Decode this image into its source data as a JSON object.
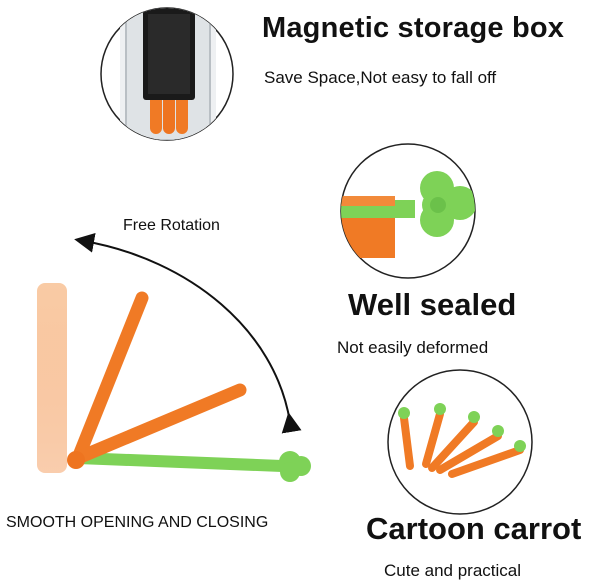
{
  "magnetic": {
    "title": "Magnetic storage box",
    "subtitle": "Save Space,Not easy to fall off"
  },
  "sealed": {
    "title": "Well sealed",
    "subtitle": "Not easily deformed"
  },
  "rotation": {
    "label": "Free Rotation",
    "caption": "SMOOTH OPENING AND CLOSING"
  },
  "carrot": {
    "title": "Cartoon carrot",
    "subtitle": "Cute and practical"
  },
  "colors": {
    "orange": "#f07a25",
    "green": "#7ed257",
    "black": "#111111"
  }
}
